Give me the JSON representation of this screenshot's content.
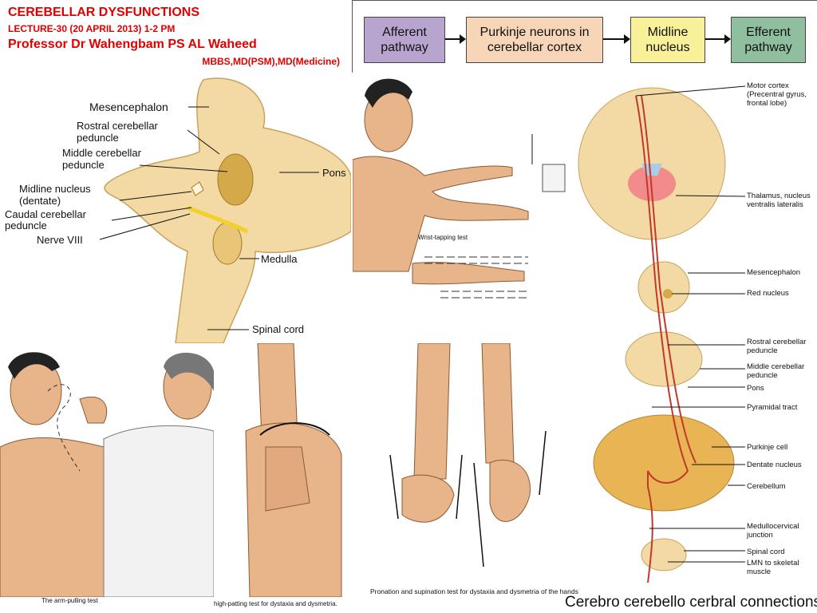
{
  "header": {
    "title": "CEREBELLAR DYSFUNCTIONS",
    "lecture": "LECTURE-30 (20 APRIL 2013) 1-2 PM",
    "professor": "Professor Dr Wahengbam PS AL Waheed",
    "degrees": "MBBS,MD(PSM),MD(Medicine)"
  },
  "flow": {
    "boxes": [
      {
        "label": "Afferent pathway",
        "color": "#b7a4cf"
      },
      {
        "label": "Purkinje neurons in cerebellar cortex",
        "color": "#f7d6b7"
      },
      {
        "label": "Midline nucleus",
        "color": "#f9f19a"
      },
      {
        "label": "Efferent pathway",
        "color": "#8fbf9f"
      }
    ]
  },
  "anatomy": {
    "labels": {
      "mesencephalon": "Mesencephalon",
      "rostral": "Rostral cerebellar peduncle",
      "middle": "Middle cerebellar peduncle",
      "midline": "Midline nucleus (dentate)",
      "caudal": "Caudal cerebellar peduncle",
      "nerve": "Nerve VIII",
      "pons": "Pons",
      "medulla": "Medulla",
      "spinal": "Spinal cord"
    }
  },
  "tests": {
    "wrist_tapping": "Wrist-tapping test",
    "arm_pulling": "The arm-pulling test",
    "thigh_patting": "high-patting test for dystaxia and dysmetria.",
    "pronation": "Pronation and supination test for dystaxia and dysmetria of the hands"
  },
  "connections": {
    "labels": [
      "Motor cortex (Precentral gyrus, frontal lobe)",
      "Thalamus, nucleus ventralis lateralis",
      "Mesencephalon",
      "Red nucleus",
      "Rostral cerebellar peduncle",
      "Middle cerebellar peduncle",
      "Pons",
      "Pyramidal tract",
      "Purkinje cell",
      "Dentate nucleus",
      "Cerebellum",
      "Medullocervical junction",
      "Spinal cord",
      "LMN to skeletal muscle"
    ],
    "caption": "Cerebro cerebello cerbral  connections"
  },
  "colors": {
    "title_red": "#e00000",
    "brain_tan": "#f3d9a4",
    "pathway_red": "#c0392b",
    "skin": "#e8b48a"
  }
}
